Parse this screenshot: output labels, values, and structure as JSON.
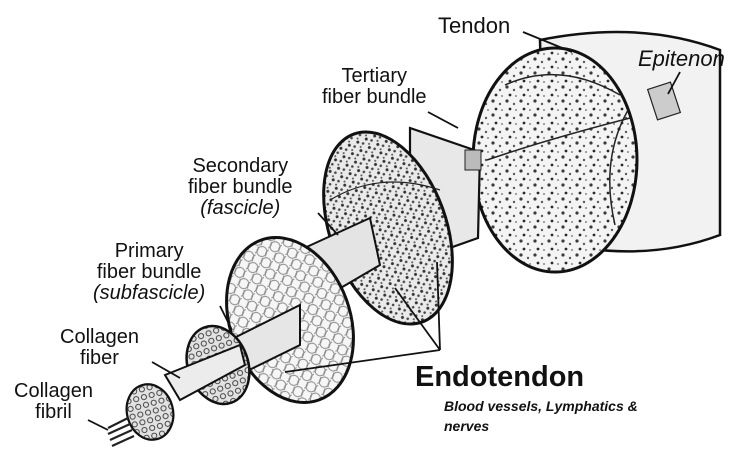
{
  "labels": {
    "tendon": "Tendon",
    "epitenon": "Epitenon",
    "tertiary_line1": "Tertiary",
    "tertiary_line2": "fiber bundle",
    "secondary_line1": "Secondary",
    "secondary_line2": "fiber bundle",
    "secondary_alias": "(fascicle)",
    "primary_line1": "Primary",
    "primary_line2": "fiber bundle",
    "primary_alias": "(subfascicle)",
    "collagen_fiber_line1": "Collagen",
    "collagen_fiber_line2": "fiber",
    "collagen_fibril_line1": "Collagen",
    "collagen_fibril_line2": "fibril",
    "endotendon": "Endotendon",
    "endotendon_note_line1": "Blood vessels, Lymphatics &",
    "endotendon_note_line2": "nerves"
  }
}
